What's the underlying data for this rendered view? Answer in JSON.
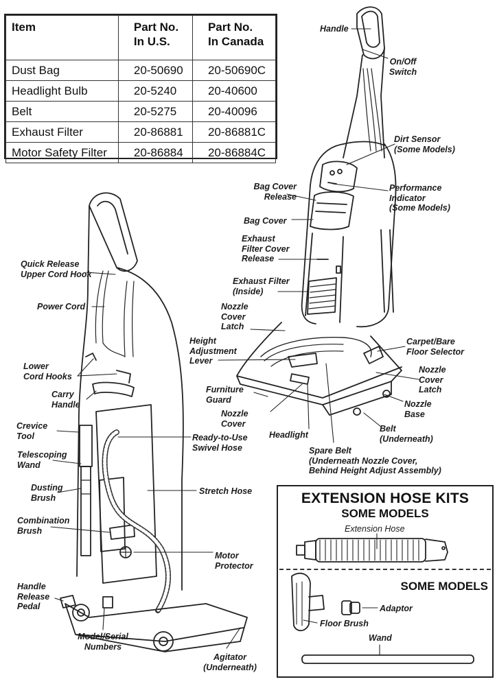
{
  "parts_table": {
    "headers": {
      "item": "Item",
      "us_line1": "Part No.",
      "us_line2": "In U.S.",
      "ca_line1": "Part No.",
      "ca_line2": "In Canada"
    },
    "rows": [
      {
        "item": "Dust Bag",
        "us": "20-50690",
        "ca": "20-50690C"
      },
      {
        "item": "Headlight Bulb",
        "us": "20-5240",
        "ca": "20-40600"
      },
      {
        "item": "Belt",
        "us": "20-5275",
        "ca": "20-40096"
      },
      {
        "item": "Exhaust Filter",
        "us": "20-86881",
        "ca": "20-86881C"
      },
      {
        "item": "Motor Safety Filter",
        "us": "20-86884",
        "ca": "20-86884C"
      }
    ]
  },
  "front_labels": {
    "handle": "Handle",
    "onoff_1": "On/Off",
    "onoff_2": "Switch",
    "dirt_1": "Dirt Sensor",
    "dirt_2": "(Some Models)",
    "perf_1": "Performance",
    "perf_2": "Indicator",
    "perf_3": "(Some Models)",
    "bagrel_1": "Bag Cover",
    "bagrel_2": "Release",
    "bagcover": "Bag Cover",
    "exrel_1": "Exhaust",
    "exrel_2": "Filter Cover",
    "exrel_3": "Release",
    "exfilter_1": "Exhaust Filter",
    "exfilter_2": "(Inside)",
    "nozlatch_l_1": "Nozzle",
    "nozlatch_l_2": "Cover",
    "nozlatch_l_3": "Latch",
    "height_1": "Height",
    "height_2": "Adjustment",
    "height_3": "Lever",
    "carpet_1": "Carpet/Bare",
    "carpet_2": "Floor Selector",
    "nozlatch_r_1": "Nozzle",
    "nozlatch_r_2": "Cover",
    "nozlatch_r_3": "Latch",
    "furn_1": "Furniture",
    "furn_2": "Guard",
    "nozcover_1": "Nozzle",
    "nozcover_2": "Cover",
    "nozbase_1": "Nozzle",
    "nozbase_2": "Base",
    "headlight": "Headlight",
    "belt_1": "Belt",
    "belt_2": "(Underneath)",
    "spare_1": "Spare Belt",
    "spare_2": "(Underneath Nozzle Cover,",
    "spare_3": "Behind Height Adjust Assembly)"
  },
  "rear_labels": {
    "qr_1": "Quick Release",
    "qr_2": "Upper Cord Hook",
    "cord": "Power Cord",
    "lower_1": "Lower",
    "lower_2": "Cord Hooks",
    "carry_1": "Carry",
    "carry_2": "Handle",
    "crevice_1": "Crevice",
    "crevice_2": "Tool",
    "tele_1": "Telescoping",
    "tele_2": "Wand",
    "dusting_1": "Dusting",
    "dusting_2": "Brush",
    "combo_1": "Combination",
    "combo_2": "Brush",
    "pedal_1": "Handle",
    "pedal_2": "Release",
    "pedal_3": "Pedal",
    "serial_1": "Model/Serial",
    "serial_2": "Numbers",
    "agitator_1": "Agitator",
    "agitator_2": "(Underneath)",
    "ready_1": "Ready-to-Use",
    "ready_2": "Swivel Hose",
    "stretch": "Stretch Hose",
    "motor_1": "Motor",
    "motor_2": "Protector"
  },
  "kit": {
    "title": "EXTENSION HOSE KITS",
    "subtitle": "SOME MODELS",
    "subtitle2": "SOME MODELS",
    "ext_hose": "Extension Hose",
    "adaptor": "Adaptor",
    "floor_brush": "Floor Brush",
    "wand": "Wand"
  }
}
